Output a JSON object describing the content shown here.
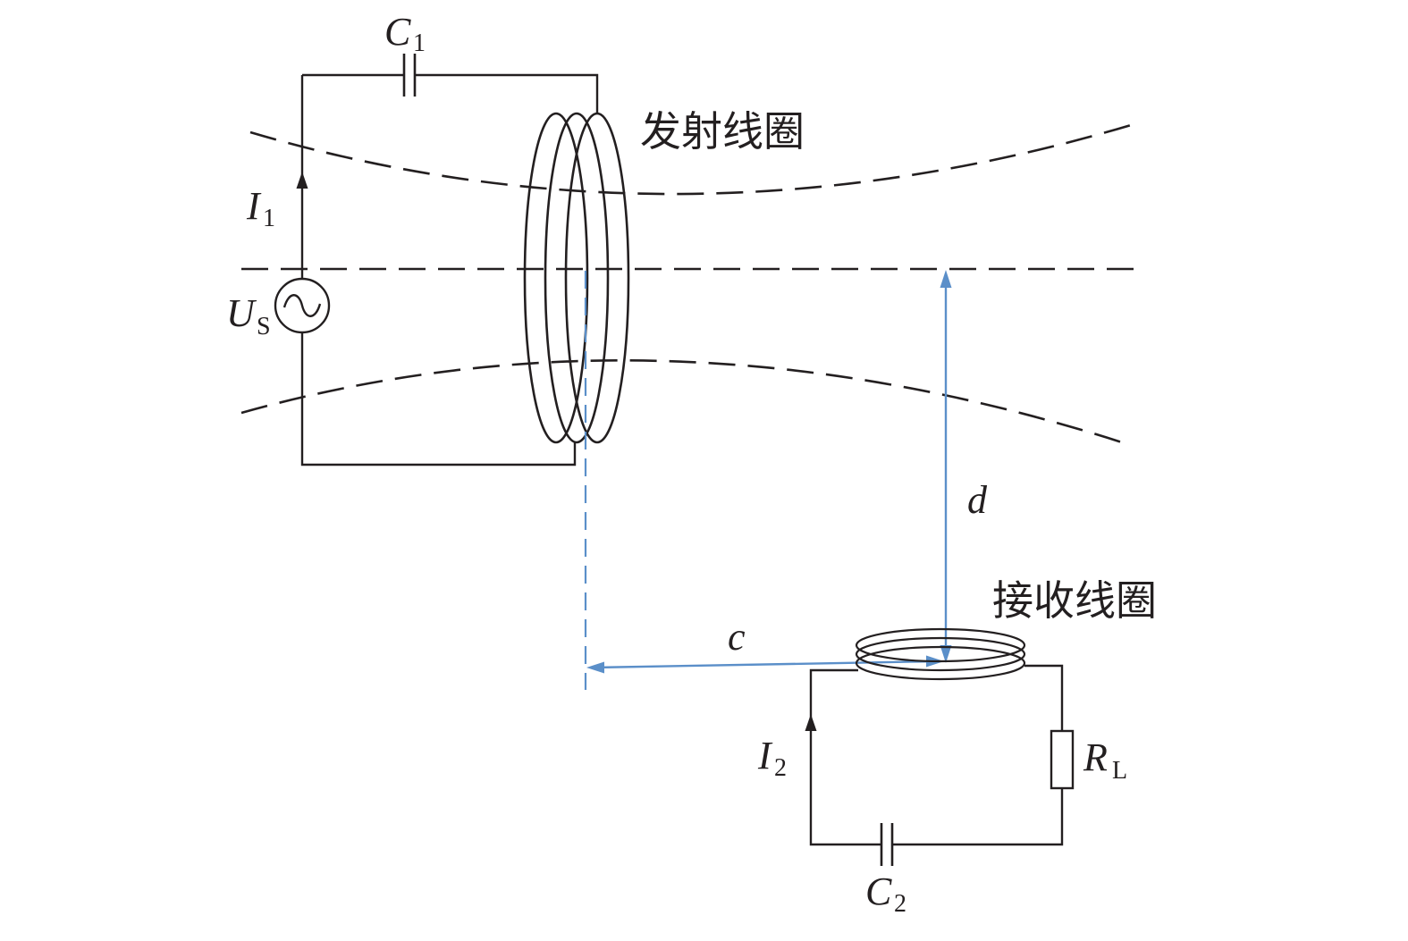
{
  "labels": {
    "c1": {
      "main": "C",
      "sub": "1"
    },
    "i1": {
      "main": "I",
      "sub": "1"
    },
    "us": {
      "main": "U",
      "sub": "S"
    },
    "transmit_coil": "发射线圈",
    "receive_coil": "接收线圈",
    "d": "d",
    "c": "c",
    "i2": {
      "main": "I",
      "sub": "2"
    },
    "rl": {
      "main": "R",
      "sub": "L"
    },
    "c2": {
      "main": "C",
      "sub": "2"
    }
  },
  "colors": {
    "wire": "#231f20",
    "dimension": "#5b8fc9"
  }
}
